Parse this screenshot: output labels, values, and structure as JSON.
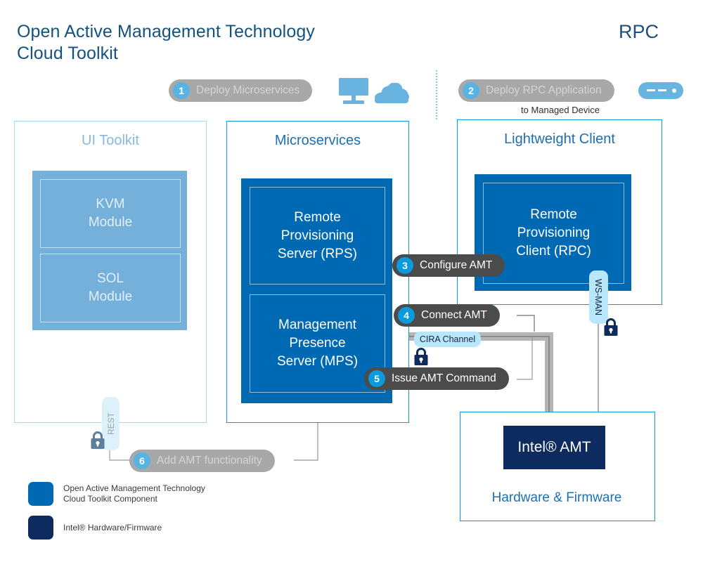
{
  "header": {
    "title": "Open Active Management Technology\nCloud Toolkit",
    "title_line1": "Open Active Management Technology",
    "title_line2": "Cloud Toolkit",
    "right_label": "RPC"
  },
  "steps": [
    {
      "number": "1",
      "label": "Deploy Microservices",
      "state": "muted",
      "sublabel": ""
    },
    {
      "number": "2",
      "label": "Deploy RPC Application",
      "state": "muted",
      "sublabel": "to Managed Device"
    },
    {
      "number": "3",
      "label": "Configure AMT",
      "state": "active",
      "sublabel": ""
    },
    {
      "number": "4",
      "label": "Connect AMT",
      "state": "active",
      "sublabel": ""
    },
    {
      "number": "5",
      "label": "Issue AMT Command",
      "state": "active",
      "sublabel": ""
    },
    {
      "number": "6",
      "label": "Add AMT functionality",
      "state": "muted",
      "sublabel": ""
    }
  ],
  "panels": {
    "ui_toolkit": {
      "title": "UI Toolkit",
      "state": "faded",
      "modules": [
        {
          "line1": "KVM",
          "line2": "Module"
        },
        {
          "line1": "SOL",
          "line2": "Module"
        }
      ]
    },
    "microservices": {
      "title": "Microservices",
      "state": "active",
      "modules": [
        {
          "line1": "Remote",
          "line2": "Provisioning",
          "line3": "Server (RPS)"
        },
        {
          "line1": "Management",
          "line2": "Presence",
          "line3": "Server (MPS)"
        }
      ]
    },
    "lightweight_client": {
      "title": "Lightweight Client",
      "state": "active",
      "modules": [
        {
          "line1": "Remote",
          "line2": "Provisioning",
          "line3": "Client (RPC)"
        }
      ]
    },
    "hardware": {
      "title": "Hardware & Firmware",
      "block_label": "Intel® AMT"
    }
  },
  "channels": {
    "cira": "CIRA Channel",
    "wsman": "WS-MAN",
    "rest": "REST"
  },
  "icons": {
    "monitor": "monitor-icon",
    "cloud": "cloud-icon",
    "device": "managed-device-icon",
    "lock": "lock-icon"
  },
  "legend": [
    {
      "color": "#0069b4",
      "line1": "Open Active Management Technology",
      "line2": "Cloud Toolkit Component"
    },
    {
      "color": "#0d2b5e",
      "line1": "Intel® Hardware/Firmware",
      "line2": ""
    }
  ],
  "colors": {
    "brand_blue": "#0069b4",
    "panel_border": "#0d9ae4",
    "panel_border_faded": "#a5d8f5",
    "navy": "#0d2b5e",
    "badge_blue": "#0b9adb",
    "pill_dark": "#4b4b4b",
    "pill_muted": "#a8a8a8",
    "chip_blue": "#b8e7fb",
    "title_blue": "#14527f",
    "arrow_gray": "#a6a6a6"
  }
}
